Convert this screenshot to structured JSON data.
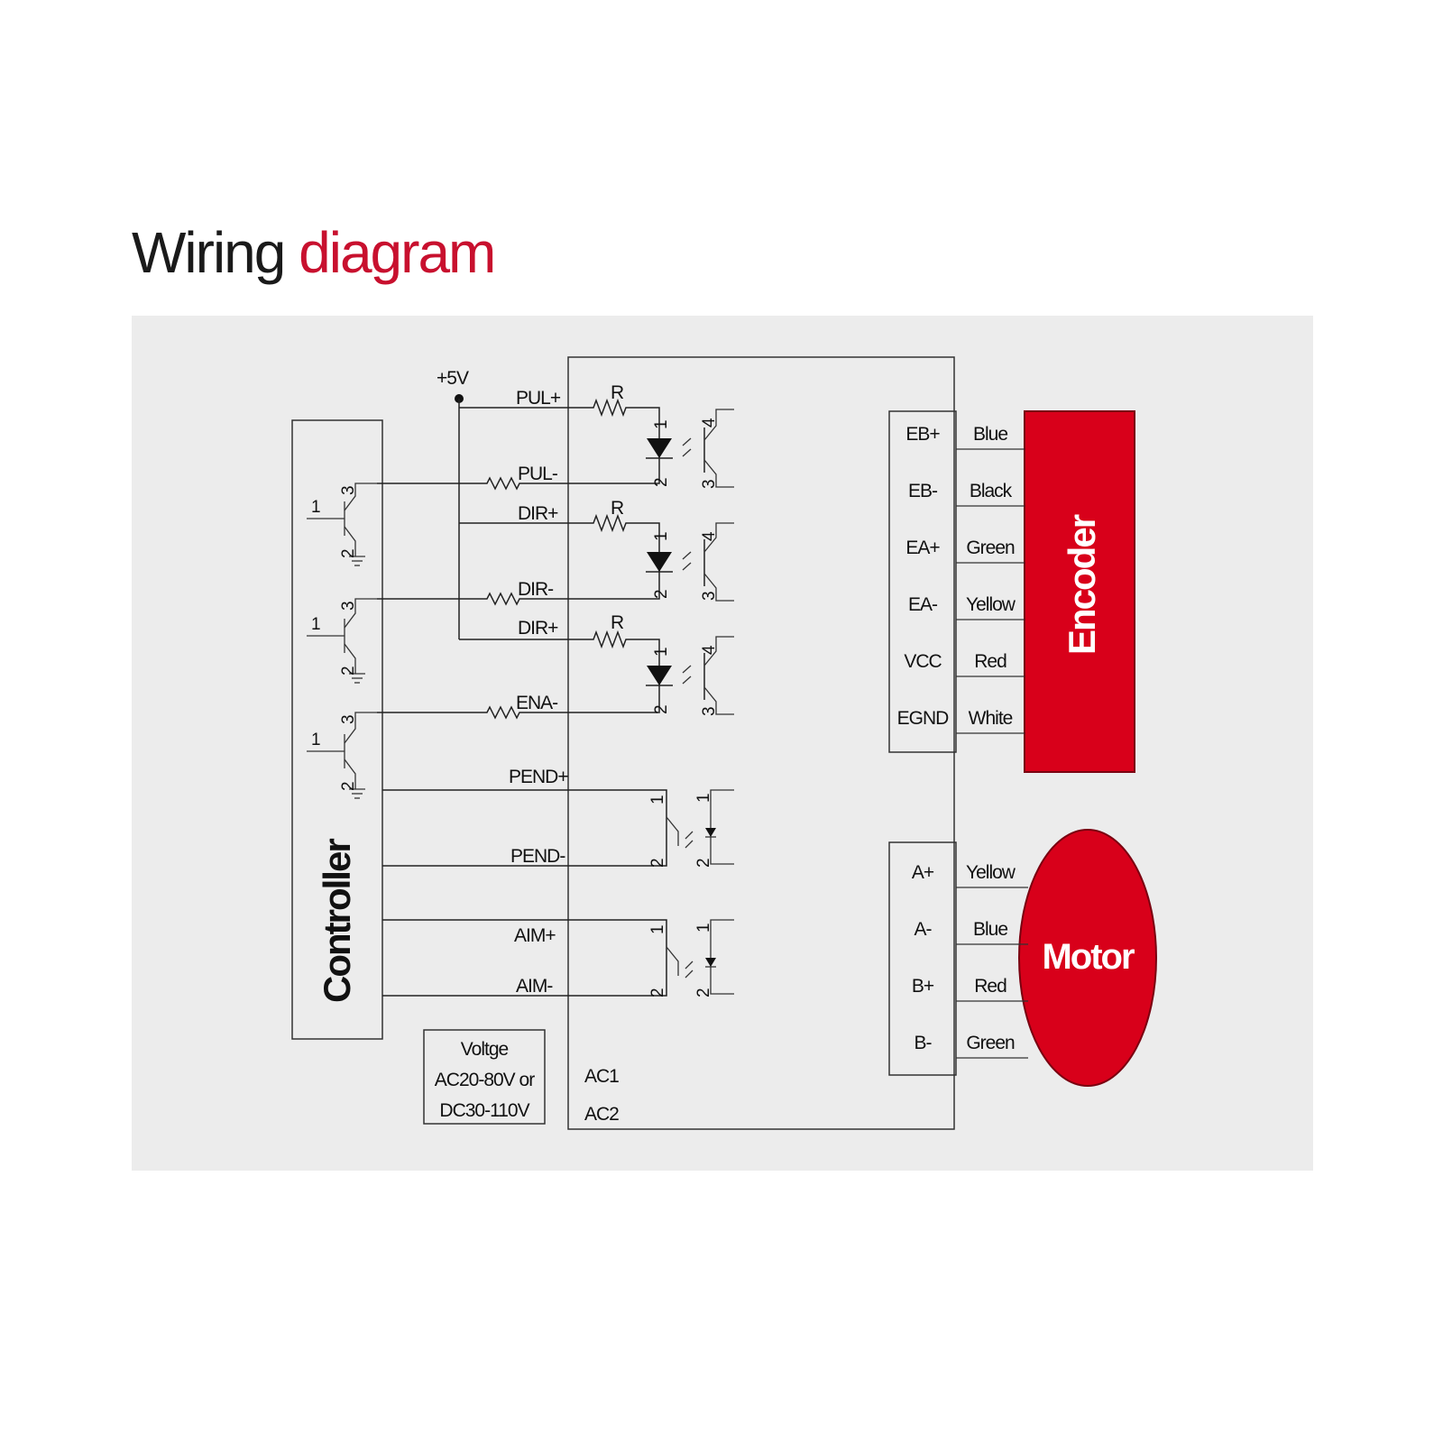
{
  "title": {
    "part1": "Wiring",
    "part2": "diagram"
  },
  "colors": {
    "accent": "#c8102e",
    "panel": "#ececec",
    "block": "#d8001a"
  },
  "supply": "+5V",
  "resistor_label": "R",
  "controller": {
    "label": "Controller",
    "pins": [
      "1",
      "2",
      "3"
    ]
  },
  "inputs": {
    "pul_plus": "PUL+",
    "pul_minus": "PUL-",
    "dir_plus": "DIR+",
    "dir_minus": "DIR-",
    "dir_plus_2": "DIR+",
    "ena_minus": "ENA-",
    "pend_plus": "PEND+",
    "pend_minus": "PEND-",
    "aim_plus": "AIM+",
    "aim_minus": "AIM-"
  },
  "opto_pins": {
    "p1": "1",
    "p2": "2",
    "p3": "3",
    "p4": "4"
  },
  "voltage_box": {
    "line1": "Voltge",
    "line2": "AC20-80V or",
    "line3": "DC30-110V"
  },
  "ac": {
    "ac1": "AC1",
    "ac2": "AC2"
  },
  "encoder": {
    "label": "Encoder",
    "rows": [
      {
        "pin": "EB+",
        "wire": "Blue"
      },
      {
        "pin": "EB-",
        "wire": "Black"
      },
      {
        "pin": "EA+",
        "wire": "Green"
      },
      {
        "pin": "EA-",
        "wire": "Yellow"
      },
      {
        "pin": "VCC",
        "wire": "Red"
      },
      {
        "pin": "EGND",
        "wire": "White"
      }
    ]
  },
  "motor": {
    "label": "Motor",
    "rows": [
      {
        "pin": "A+",
        "wire": "Yellow"
      },
      {
        "pin": "A-",
        "wire": "Blue"
      },
      {
        "pin": "B+",
        "wire": "Red"
      },
      {
        "pin": "B-",
        "wire": "Green"
      }
    ]
  }
}
